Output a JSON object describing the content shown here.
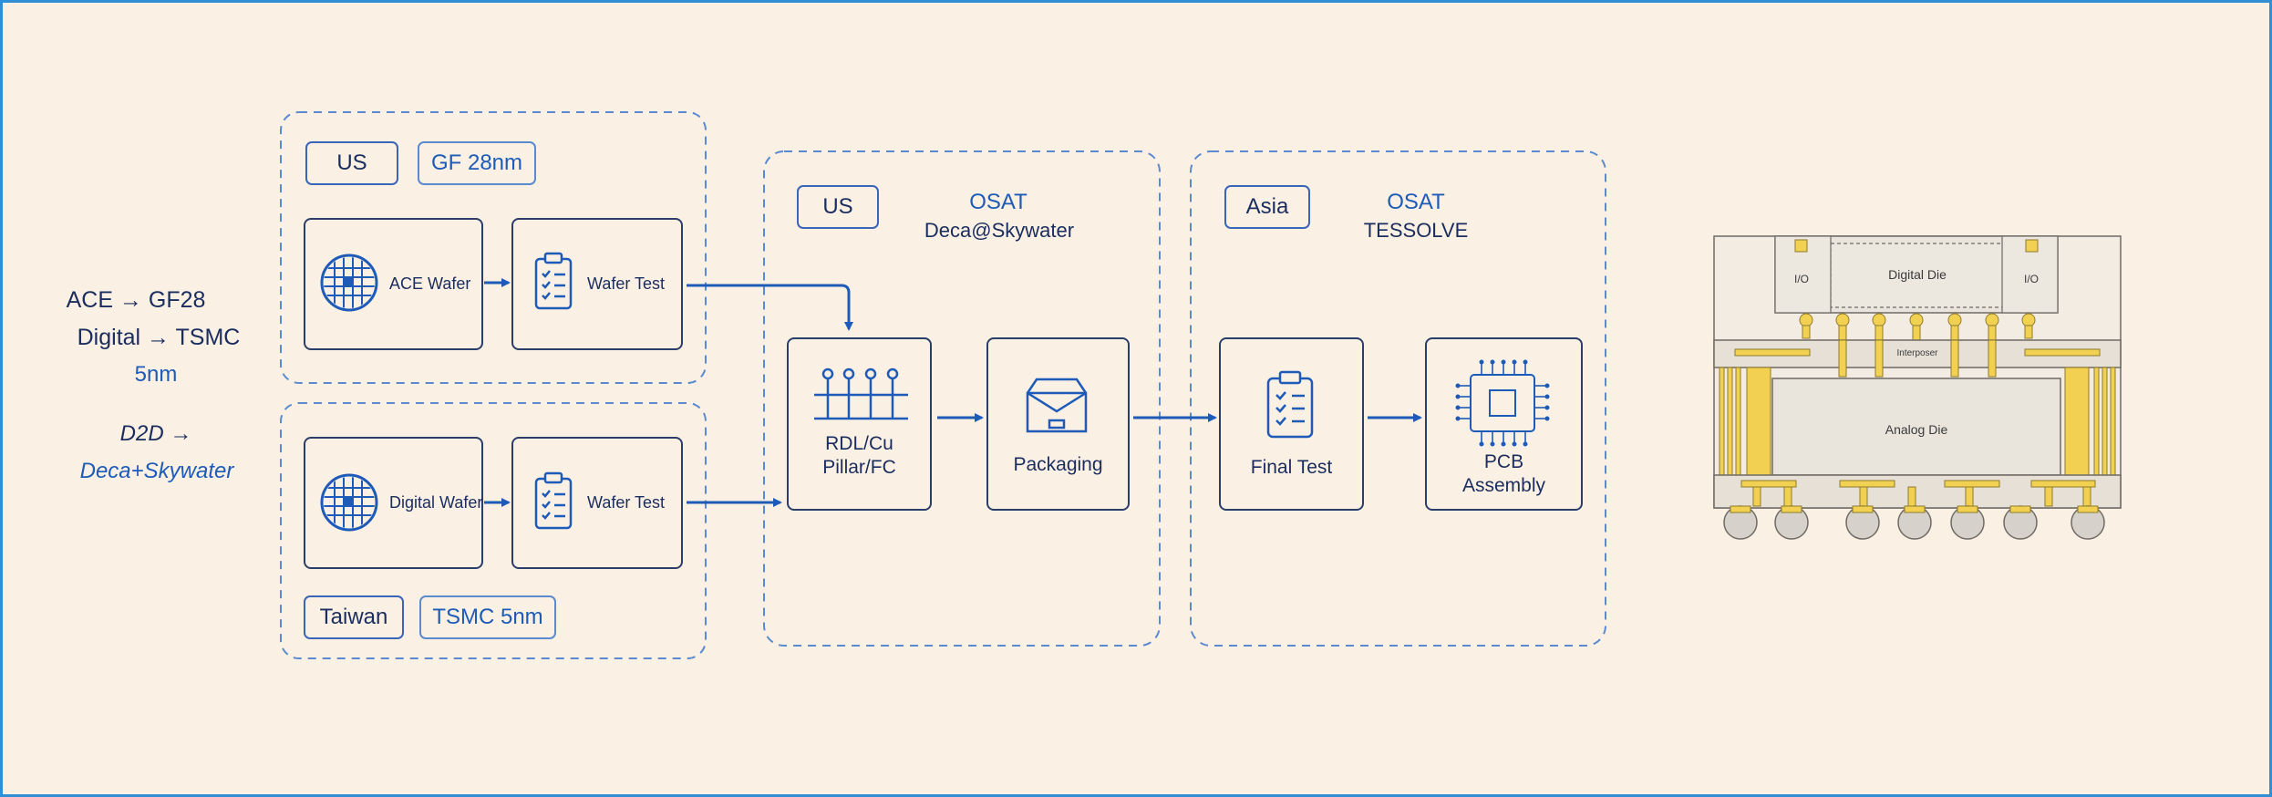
{
  "left_notes": {
    "line1": "ACE → GF28",
    "line2": "Digital → TSMC",
    "line3": "5nm",
    "line4": "D2D →",
    "line5": "Deca+Skywater"
  },
  "top_group": {
    "region": "US",
    "foundry": "GF 28nm",
    "wafer_label": "ACE Wafer",
    "test_label": "Wafer Test"
  },
  "bottom_group": {
    "region": "Taiwan",
    "foundry": "TSMC 5nm",
    "wafer_label": "Digital Wafer",
    "test_label": "Wafer Test"
  },
  "osat_us": {
    "region": "US",
    "title": "OSAT",
    "subtitle": "Deca@Skywater",
    "step1": "RDL/Cu\nPillar/FC",
    "step2": "Packaging"
  },
  "osat_asia": {
    "region": "Asia",
    "title": "OSAT",
    "subtitle": "TESSOLVE",
    "step1": "Final Test",
    "step2": "PCB\nAssembly"
  },
  "package": {
    "digital_die": "Digital Die",
    "io_left": "I/O",
    "io_right": "I/O",
    "interposer": "Interposer",
    "analog_die": "Analog Die"
  },
  "colors": {
    "background": "#faf0e4",
    "accent_blue": "#1e5bb8",
    "navy": "#1a2d5e",
    "gold": "#f2d152",
    "border": "#2f8ed4"
  }
}
